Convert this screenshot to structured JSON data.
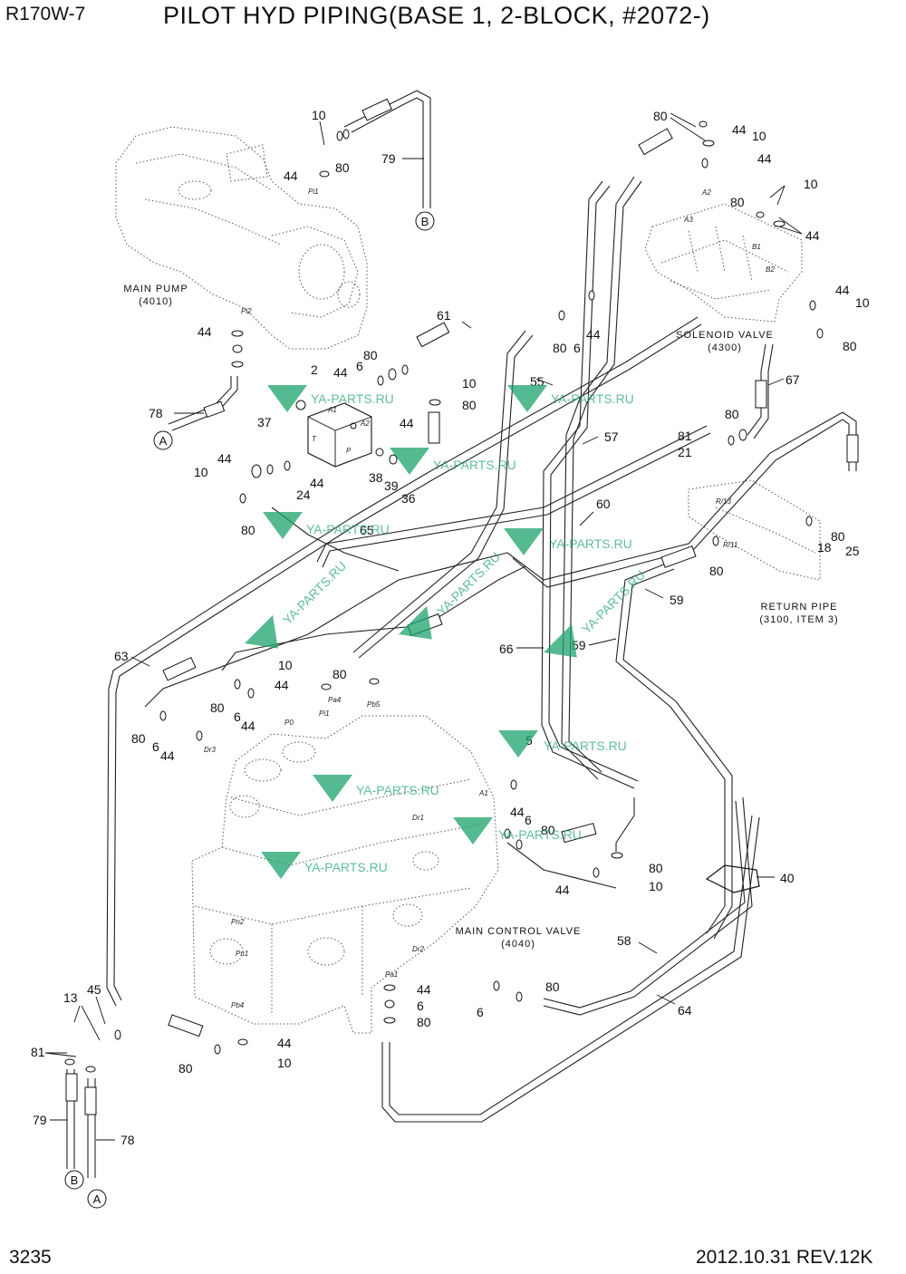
{
  "header": {
    "model": "R170W-7",
    "title": "PILOT HYD PIPING(BASE 1, 2-BLOCK, #2072-)"
  },
  "footer": {
    "page": "3235",
    "revision": "2012.10.31  REV.12K"
  },
  "components": {
    "main_pump": [
      "MAIN PUMP",
      "(4010)"
    ],
    "solenoid_valve": [
      "SOLENOID VALVE",
      "(4300)"
    ],
    "return_pipe": [
      "RETURN PIPE",
      "(3100, ITEM 3)"
    ],
    "main_control_valve": [
      "MAIN CONTROL VALVE",
      "(4040)"
    ]
  },
  "connectors": {
    "a": "A",
    "b": "B"
  },
  "watermark": "YA-PARTS.RU",
  "port_labels": [
    "Pi1",
    "Pi2",
    "A1",
    "A2",
    "T",
    "P",
    "Pi1",
    "P0",
    "Pa4",
    "Pb5",
    "Dr3",
    "Dr1",
    "Pn2",
    "Pn1",
    "Pa1",
    "Pb4",
    "Dr2",
    "A1",
    "A2",
    "A3",
    "B1",
    "B2",
    "R/13",
    "R/11"
  ],
  "part_numbers": [
    "10",
    "80",
    "44",
    "79",
    "80",
    "44",
    "10",
    "44",
    "10",
    "80",
    "44",
    "44",
    "10",
    "80",
    "61",
    "6",
    "80",
    "44",
    "67",
    "55",
    "57",
    "44",
    "6",
    "80",
    "2",
    "10",
    "80",
    "44",
    "44",
    "78",
    "37",
    "81",
    "21",
    "80",
    "44",
    "80",
    "10",
    "24",
    "44",
    "38",
    "39",
    "36",
    "60",
    "65",
    "80",
    "18",
    "25",
    "80",
    "59",
    "63",
    "10",
    "80",
    "44",
    "80",
    "6",
    "44",
    "66",
    "59",
    "80",
    "6",
    "44",
    "5",
    "44",
    "6",
    "80",
    "80",
    "10",
    "44",
    "40",
    "58",
    "13",
    "45",
    "81",
    "79",
    "78",
    "80",
    "10",
    "44",
    "44",
    "6",
    "80",
    "80",
    "6",
    "64"
  ]
}
